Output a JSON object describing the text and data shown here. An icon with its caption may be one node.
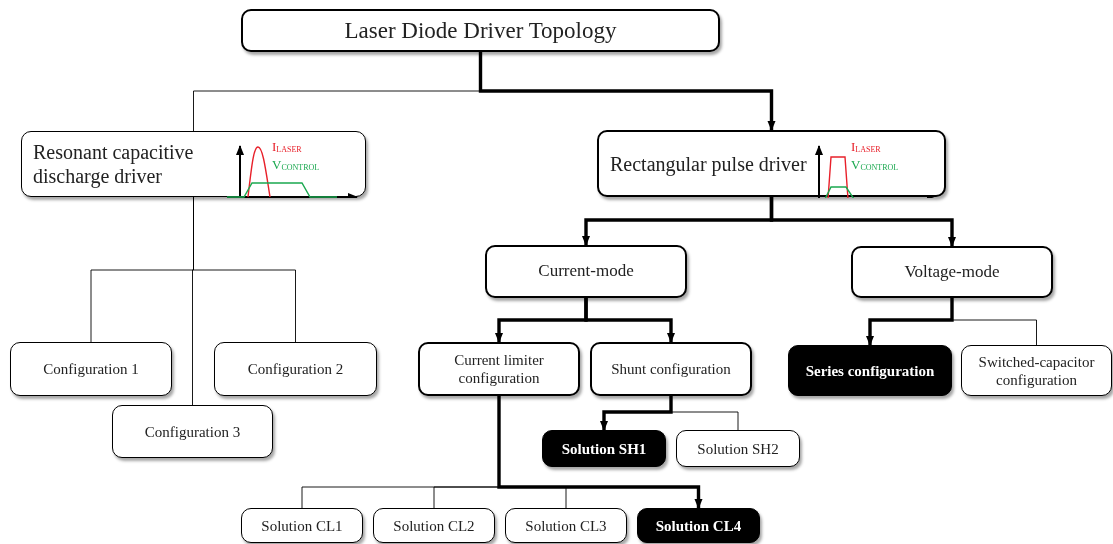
{
  "diagram": {
    "nodes": [
      {
        "text": [
          "Laser Diode Driver Topology"
        ]
      },
      {
        "text": [
          "Resonant capacitive discharge driver",
          "I$_{LASER}$",
          "V$_{CONTROL}$"
        ]
      },
      {
        "text": [
          "Rectangular pulse driver",
          "I$_{LASER}$",
          "V$_{CONTROL}$"
        ]
      },
      {
        "text": [
          "Configuration 1"
        ]
      },
      {
        "text": [
          "Configuration 2"
        ]
      },
      {
        "text": [
          "Configuration 3"
        ]
      },
      {
        "text": [
          "Current-mode"
        ]
      },
      {
        "text": [
          "Voltage-mode"
        ]
      },
      {
        "text": [
          "Current limiter configuration"
        ]
      },
      {
        "text": [
          "Shunt configuration"
        ]
      },
      {
        "text": [
          "Series configuration"
        ]
      },
      {
        "text": [
          "Switched-capacitor configuration"
        ]
      },
      {
        "text": [
          "Solution SH1"
        ]
      },
      {
        "text": [
          "Solution SH2"
        ]
      },
      {
        "text": [
          "Solution CL1"
        ]
      },
      {
        "text": [
          "Solution CL2"
        ]
      },
      {
        "text": [
          "Solution CL3"
        ]
      },
      {
        "text": [
          "Solution CL4"
        ]
      }
    ],
    "edges": [
      {
        "from": 0,
        "to": 1,
        "arrow": "none"
      },
      {
        "from": 0,
        "to": 2,
        "arrow": "to",
        "style": "thick"
      },
      {
        "from": 1,
        "to": 3,
        "arrow": "none"
      },
      {
        "from": 1,
        "to": 4,
        "arrow": "none"
      },
      {
        "from": 1,
        "to": 5,
        "arrow": "none"
      },
      {
        "from": 2,
        "to": 6,
        "arrow": "to",
        "style": "thick"
      },
      {
        "from": 2,
        "to": 7,
        "arrow": "to",
        "style": "thick"
      },
      {
        "from": 6,
        "to": 8,
        "arrow": "to",
        "style": "thick"
      },
      {
        "from": 6,
        "to": 9,
        "arrow": "to",
        "style": "thick"
      },
      {
        "from": 7,
        "to": 10,
        "arrow": "to",
        "style": "thick"
      },
      {
        "from": 7,
        "to": 11,
        "arrow": "none"
      },
      {
        "from": 9,
        "to": 12,
        "arrow": "to",
        "style": "thick"
      },
      {
        "from": 9,
        "to": 13,
        "arrow": "none"
      },
      {
        "from": 8,
        "to": 14,
        "arrow": "none"
      },
      {
        "from": 8,
        "to": 15,
        "arrow": "none"
      },
      {
        "from": 8,
        "to": 16,
        "arrow": "none"
      },
      {
        "from": 8,
        "to": 17,
        "arrow": "to",
        "style": "thick"
      }
    ]
  }
}
